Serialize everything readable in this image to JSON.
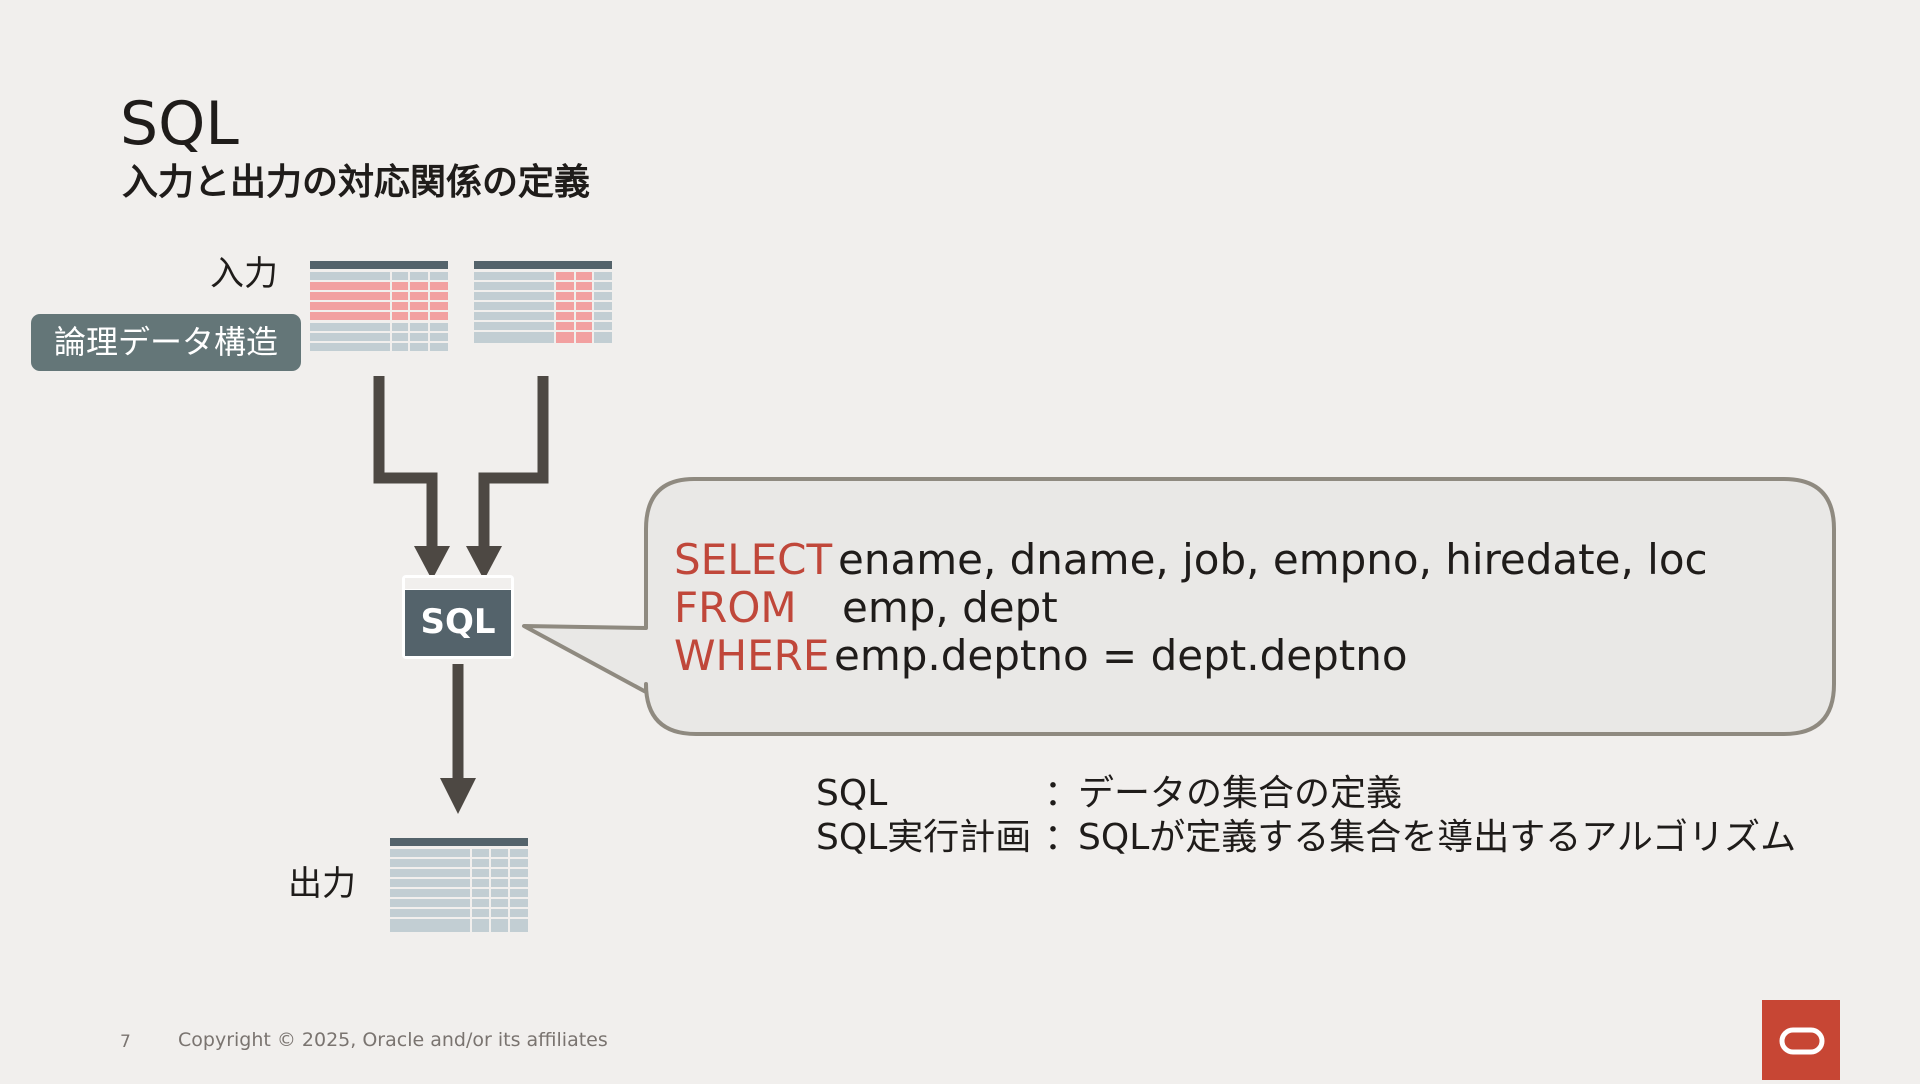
{
  "slide": {
    "title": "SQL",
    "subtitle": "入力と出力の対応関係の定義",
    "input_label": "入力",
    "output_label": "出力",
    "logical_structure_label": "論理データ構造",
    "sql_box_label": "SQL"
  },
  "sql_statement": {
    "select_keyword": "SELECT",
    "select_columns": "ename, dname, job, empno, hiredate, loc",
    "from_keyword": "FROM",
    "from_tables": "emp, dept",
    "where_keyword": "WHERE",
    "where_condition": "emp.deptno = dept.deptno"
  },
  "definitions": [
    {
      "term": "SQL",
      "colon": "：",
      "description": "データの集合の定義"
    },
    {
      "term": "SQL実行計画",
      "colon": "：",
      "description": "SQLが定義する集合を導出するアルゴリズム"
    }
  ],
  "footer": {
    "page_number": "7",
    "copyright": "Copyright © 2025, Oracle and/or its affiliates"
  },
  "colors": {
    "background": "#f1efed",
    "keyword": "#c0473a",
    "badge": "#647678",
    "arrow": "#4d4843",
    "oracle_red": "#c74634"
  },
  "icons": [
    "table-icon",
    "sql-window-icon",
    "oracle-logo-icon"
  ]
}
